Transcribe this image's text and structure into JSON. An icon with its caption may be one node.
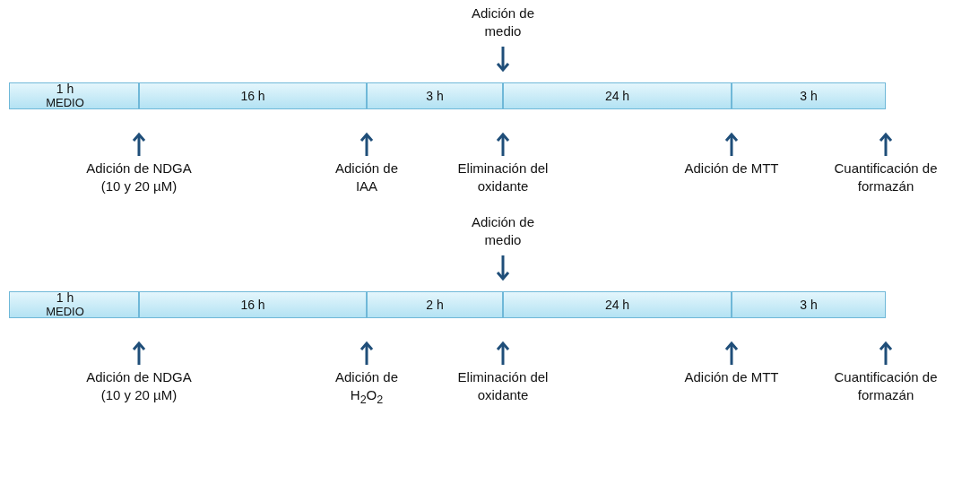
{
  "diagram": {
    "nodes": [
      {
        "text": [
          "Adición de medio"
        ]
      },
      {
        "text": [
          "1 h",
          "MEDIO"
        ]
      },
      {
        "text": [
          "16 h"
        ]
      },
      {
        "text": [
          "3 h"
        ]
      },
      {
        "text": [
          "24 h"
        ]
      },
      {
        "text": [
          "3 h"
        ]
      },
      {
        "text": [
          "Adición de NDGA (10 y 20 µM)"
        ]
      },
      {
        "text": [
          "Adición de IAA"
        ]
      },
      {
        "text": [
          "Eliminación del oxidante"
        ]
      },
      {
        "text": [
          "Adición de MTT"
        ]
      },
      {
        "text": [
          "Cuantificación de formazán"
        ]
      },
      {
        "text": [
          "Adición de medio"
        ]
      },
      {
        "text": [
          "1 h",
          "MEDIO"
        ]
      },
      {
        "text": [
          "16 h"
        ]
      },
      {
        "text": [
          "2 h"
        ]
      },
      {
        "text": [
          "24 h"
        ]
      },
      {
        "text": [
          "3 h"
        ]
      },
      {
        "text": [
          "Adición de NDGA (10 y 20 µM)"
        ]
      },
      {
        "text": [
          "Adición de H$_{2}$O$_{2}$"
        ]
      },
      {
        "text": [
          "Eliminación del oxidante"
        ]
      },
      {
        "text": [
          "Adición de MTT"
        ]
      },
      {
        "text": [
          "Cuantificación de formazán"
        ]
      }
    ],
    "edges": [
      {
        "from": 0,
        "to": null,
        "arrow": "to"
      },
      {
        "from": 6,
        "to": null,
        "arrow": "to"
      },
      {
        "from": 7,
        "to": null,
        "arrow": "to"
      },
      {
        "from": 8,
        "to": null,
        "arrow": "to"
      },
      {
        "from": 9,
        "to": null,
        "arrow": "to"
      },
      {
        "from": 10,
        "to": null,
        "arrow": "to"
      },
      {
        "from": 11,
        "to": null,
        "arrow": "to"
      },
      {
        "from": 17,
        "to": null,
        "arrow": "to"
      },
      {
        "from": 18,
        "to": null,
        "arrow": "to"
      },
      {
        "from": 19,
        "to": null,
        "arrow": "to"
      },
      {
        "from": 20,
        "to": null,
        "arrow": "to"
      },
      {
        "from": 21,
        "to": null,
        "arrow": "to"
      }
    ]
  }
}
